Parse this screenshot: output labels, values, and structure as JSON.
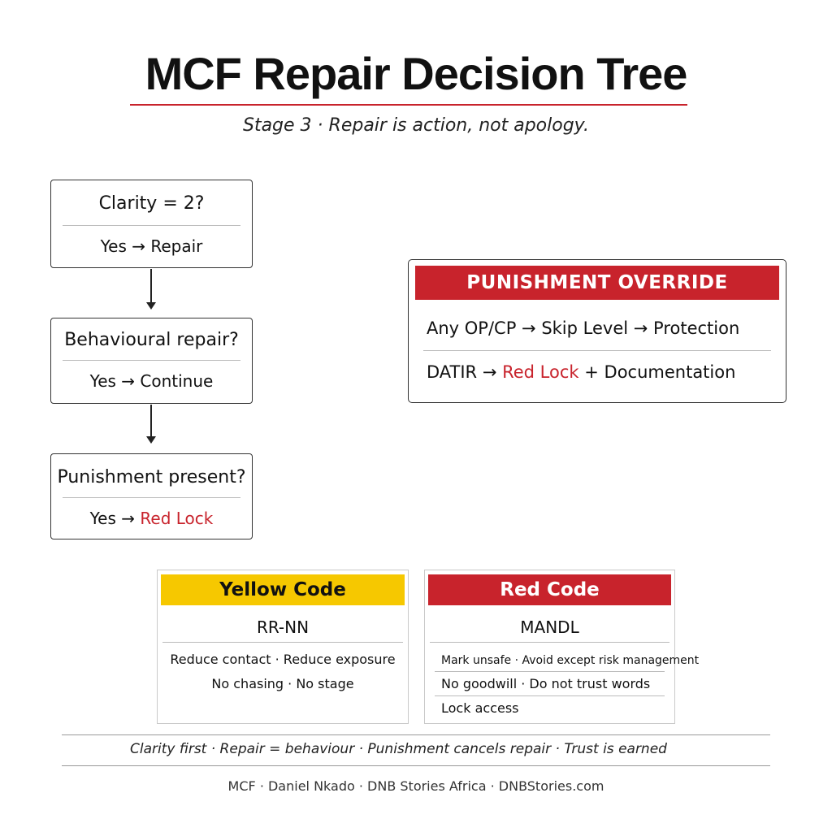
{
  "header": {
    "title": "MCF Repair Decision Tree",
    "subtitle": "Stage 3 · Repair is action, not apology."
  },
  "decision_nodes": [
    {
      "question": "Clarity = 2?",
      "answer": "Yes → Repair"
    },
    {
      "question": "Behavioural repair?",
      "answer": "Yes → Continue"
    },
    {
      "question": "Punishment present?",
      "answer_prefix": "Yes → ",
      "answer_highlight": "Red Lock"
    }
  ],
  "override": {
    "title": "PUNISHMENT OVERRIDE",
    "line1": "Any OP/CP → Skip Level → Protection",
    "line2_prefix": "DATIR → ",
    "line2_highlight": "Red Lock",
    "line2_suffix": " + Documentation"
  },
  "yellow_code": {
    "title": "Yellow Code",
    "code": "RR-NN",
    "line1": "Reduce contact · Reduce exposure",
    "line2": "No chasing · No stage"
  },
  "red_code": {
    "title": "Red Code",
    "code": "MANDL",
    "item1": "Mark unsafe · Avoid except risk management",
    "item2": "No goodwill · Do not trust words",
    "item3": "Lock access"
  },
  "footer": {
    "principles": "Clarity first · Repair = behaviour · Punishment cancels repair · Trust is earned",
    "credits": "MCF · Daniel Nkado · DNB Stories Africa · DNBStories.com"
  },
  "colors": {
    "accent_red": "#c8232c",
    "yellow": "#f6c800"
  }
}
